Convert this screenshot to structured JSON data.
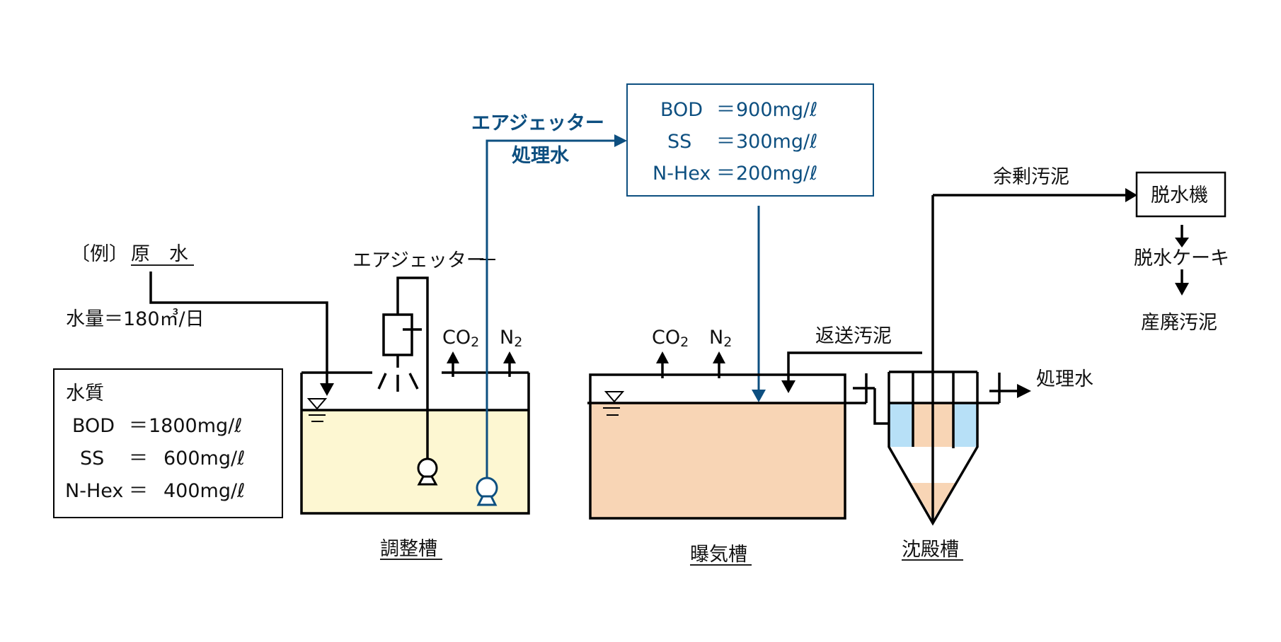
{
  "colors": {
    "line": "#000000",
    "accent_blue": "#0d4f80",
    "equalization_liquid": "#fdf7d2",
    "sludge_liquid": "#f8d5b5",
    "clear_water": "#b7e0f7",
    "background": "#ffffff"
  },
  "raw_water": {
    "label_prefix": "〔例〕",
    "label": "原　水",
    "flow": "水量＝180㎥/日"
  },
  "raw_quality_box": {
    "title": "水質",
    "rows": [
      {
        "param": "BOD",
        "eq": "＝",
        "value": "1800mg/ℓ"
      },
      {
        "param": "SS",
        "eq": "＝",
        "value": "600mg/ℓ"
      },
      {
        "param": "N-Hex",
        "eq": "＝",
        "value": "400mg/ℓ"
      }
    ]
  },
  "air_ejector": {
    "label": "エアジェッター"
  },
  "treated_by_ejector": {
    "label_line1": "エアジェッター",
    "label_line2": "処理水"
  },
  "treated_quality_box": {
    "rows": [
      {
        "param": "BOD",
        "eq": "＝",
        "value": "900mg/ℓ"
      },
      {
        "param": "SS",
        "eq": "＝",
        "value": "300mg/ℓ"
      },
      {
        "param": "N-Hex",
        "eq": "＝",
        "value": "200mg/ℓ"
      }
    ]
  },
  "gases": {
    "co2_main": "CO",
    "co2_sub": "2",
    "n2_main": "N",
    "n2_sub": "2"
  },
  "tanks": {
    "equalization": "調整槽",
    "aeration": "曝気槽",
    "settling": "沈殿槽"
  },
  "flows": {
    "return_sludge": "返送汚泥",
    "excess_sludge": "余剰汚泥",
    "treated_water": "処理水"
  },
  "dewatering": {
    "machine": "脱水機",
    "cake": "脱水ケーキ",
    "industrial_waste": "産廃汚泥"
  }
}
